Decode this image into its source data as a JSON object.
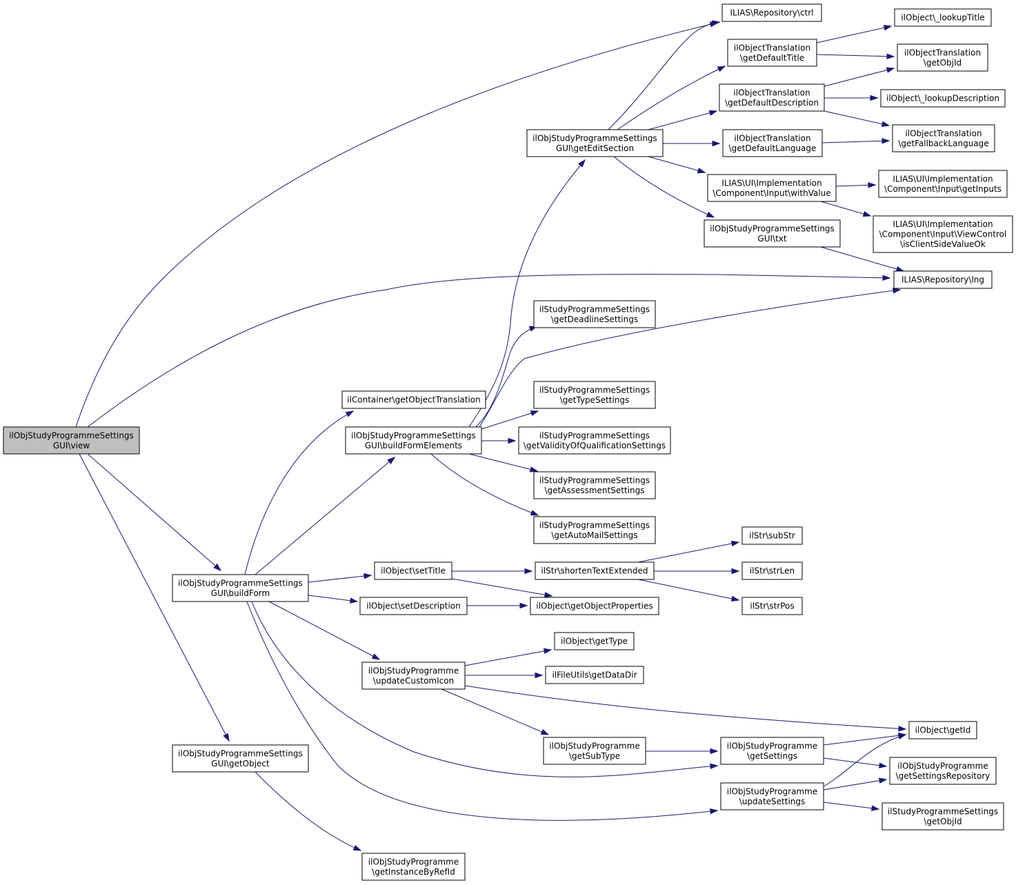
{
  "graph": {
    "edge_color": "#191970",
    "root_fill": "#bfbfbf",
    "nodes": [
      {
        "id": "view",
        "lines": [
          "ilObjStudyProgrammeSettings",
          "GUI\\view"
        ]
      },
      {
        "id": "buildForm",
        "lines": [
          "ilObjStudyProgrammeSettings",
          "GUI\\buildForm"
        ]
      },
      {
        "id": "getObject",
        "lines": [
          "ilObjStudyProgrammeSettings",
          "GUI\\getObject"
        ]
      },
      {
        "id": "getObjectTranslation",
        "lines": [
          "ilContainer\\getObjectTranslation"
        ]
      },
      {
        "id": "buildFormElements",
        "lines": [
          "ilObjStudyProgrammeSettings",
          "GUI\\buildFormElements"
        ]
      },
      {
        "id": "setTitle",
        "lines": [
          "ilObject\\setTitle"
        ]
      },
      {
        "id": "setDescription",
        "lines": [
          "ilObject\\setDescription"
        ]
      },
      {
        "id": "updateCustomIcon",
        "lines": [
          "ilObjStudyProgramme",
          "\\updateCustomIcon"
        ]
      },
      {
        "id": "getInstanceByRefId",
        "lines": [
          "ilObjStudyProgramme",
          "\\getInstanceByRefId"
        ]
      },
      {
        "id": "getEditSection",
        "lines": [
          "ilObjStudyProgrammeSettings",
          "GUI\\getEditSection"
        ]
      },
      {
        "id": "getDeadlineSettings",
        "lines": [
          "ilStudyProgrammeSettings",
          "\\getDeadlineSettings"
        ]
      },
      {
        "id": "getTypeSettings",
        "lines": [
          "ilStudyProgrammeSettings",
          "\\getTypeSettings"
        ]
      },
      {
        "id": "getValidity",
        "lines": [
          "ilStudyProgrammeSettings",
          "\\getValidityOfQualificationSettings"
        ]
      },
      {
        "id": "getAssessment",
        "lines": [
          "ilStudyProgrammeSettings",
          "\\getAssessmentSettings"
        ]
      },
      {
        "id": "getAutoMail",
        "lines": [
          "ilStudyProgrammeSettings",
          "\\getAutoMailSettings"
        ]
      },
      {
        "id": "shortenTextExtended",
        "lines": [
          "ilStr\\shortenTextExtended"
        ]
      },
      {
        "id": "getObjectProperties",
        "lines": [
          "ilObject\\getObjectProperties"
        ]
      },
      {
        "id": "getType",
        "lines": [
          "ilObject\\getType"
        ]
      },
      {
        "id": "getDataDir",
        "lines": [
          "ilFileUtils\\getDataDir"
        ]
      },
      {
        "id": "getSubType",
        "lines": [
          "ilObjStudyProgramme",
          "\\getSubType"
        ]
      },
      {
        "id": "repoCtrl",
        "lines": [
          "ILIAS\\Repository\\ctrl"
        ]
      },
      {
        "id": "getDefaultTitle",
        "lines": [
          "ilObjectTranslation",
          "\\getDefaultTitle"
        ]
      },
      {
        "id": "getDefaultDescription",
        "lines": [
          "ilObjectTranslation",
          "\\getDefaultDescription"
        ]
      },
      {
        "id": "getDefaultLanguage",
        "lines": [
          "ilObjectTranslation",
          "\\getDefaultLanguage"
        ]
      },
      {
        "id": "withValue",
        "lines": [
          "ILIAS\\UI\\Implementation",
          "\\Component\\Input\\withValue"
        ]
      },
      {
        "id": "guiTxt",
        "lines": [
          "ilObjStudyProgrammeSettings",
          "GUI\\txt"
        ]
      },
      {
        "id": "subStr",
        "lines": [
          "ilStr\\subStr"
        ]
      },
      {
        "id": "strLen",
        "lines": [
          "ilStr\\strLen"
        ]
      },
      {
        "id": "strPos",
        "lines": [
          "ilStr\\strPos"
        ]
      },
      {
        "id": "getSettings",
        "lines": [
          "ilObjStudyProgramme",
          "\\getSettings"
        ]
      },
      {
        "id": "updateSettings",
        "lines": [
          "ilObjStudyProgramme",
          "\\updateSettings"
        ]
      },
      {
        "id": "lookupTitle",
        "lines": [
          "ilObject\\_lookupTitle"
        ]
      },
      {
        "id": "trGetObjId",
        "lines": [
          "ilObjectTranslation",
          "\\getObjId"
        ]
      },
      {
        "id": "lookupDescription",
        "lines": [
          "ilObject\\_lookupDescription"
        ]
      },
      {
        "id": "getFallbackLanguage",
        "lines": [
          "ilObjectTranslation",
          "\\getFallbackLanguage"
        ]
      },
      {
        "id": "getInputs",
        "lines": [
          "ILIAS\\UI\\Implementation",
          "\\Component\\Input\\getInputs"
        ]
      },
      {
        "id": "isClientSideValueOk",
        "lines": [
          "ILIAS\\UI\\Implementation",
          "\\Component\\Input\\ViewControl",
          "\\isClientSideValueOk"
        ]
      },
      {
        "id": "repoLng",
        "lines": [
          "ILIAS\\Repository\\lng"
        ]
      },
      {
        "id": "objGetId",
        "lines": [
          "ilObject\\getId"
        ]
      },
      {
        "id": "getSettingsRepository",
        "lines": [
          "ilObjStudyProgramme",
          "\\getSettingsRepository"
        ]
      },
      {
        "id": "spsGetObjId",
        "lines": [
          "ilStudyProgrammeSettings",
          "\\getObjId"
        ]
      }
    ]
  }
}
